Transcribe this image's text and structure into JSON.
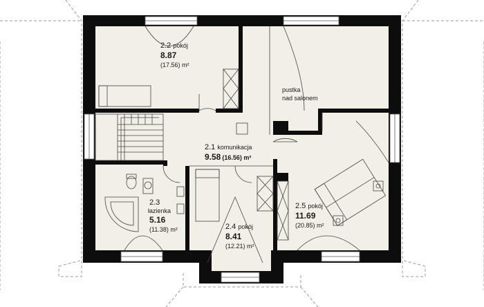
{
  "colors": {
    "wall": "#0d0d0d",
    "floor": "#f1efe6",
    "stroke": "#555555",
    "roof": "#9a9a9a",
    "window": "#ffffff",
    "background": "#ffffff"
  },
  "rooms": {
    "pokoj_22": {
      "number": "2.2",
      "name": "pokój",
      "area": "8.87",
      "area_extra": "(17.56) m²"
    },
    "komunikacja": {
      "number": "2.1",
      "name": "komunikacja",
      "area": "9.58",
      "area_extra": "(16.56) m²"
    },
    "pustka": {
      "line1": "pustka",
      "line2": "nad salonem"
    },
    "lazienka": {
      "number": "2.3",
      "name": "łazienka",
      "area": "5.16",
      "area_extra": "(11.38) m²"
    },
    "pokoj_24": {
      "number": "2.4",
      "name": "pokój",
      "area": "8.41",
      "area_extra": "(12.21) m²"
    },
    "pokoj_25": {
      "number": "2.5",
      "name": "pokój",
      "area": "11.69",
      "area_extra": "(20.85) m²"
    }
  }
}
